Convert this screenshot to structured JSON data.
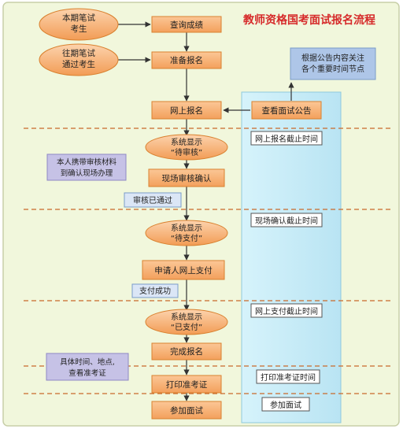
{
  "title": "教师资格国考面试报名流程",
  "ovals": {
    "current_candidates": [
      "本期笔试",
      "考生"
    ],
    "previous_candidates": [
      "往期笔试",
      "通过考生"
    ],
    "pending_review": [
      "系统显示",
      "“待审核”"
    ],
    "pending_payment": [
      "系统显示",
      "“待支付”"
    ],
    "paid": [
      "系统显示",
      "“已支付”"
    ]
  },
  "steps": {
    "check_scores": "查询成绩",
    "prepare_registration": "准备报名",
    "online_registration": "网上报名",
    "onsite_review": "现场审核确认",
    "apply_payment": "申请人网上支付",
    "complete_registration": "完成报名",
    "print_ticket": "打印准考证",
    "attend_interview": "参加面试"
  },
  "notes": {
    "announcement": [
      "根据公告内容关注",
      "各个重要时间节点"
    ],
    "bring_materials": [
      "本人携带审核材料",
      "到确认现场办理"
    ],
    "ticket_info": [
      "具体时间、地点,",
      "查看准考证"
    ]
  },
  "status": {
    "review_passed": "审核已通过",
    "payment_success": "支付成功"
  },
  "timeline": {
    "header": "查看面试公告",
    "registration_deadline": "网上报名截止时间",
    "onsite_deadline": "现场确认截止时间",
    "payment_deadline": "网上支付截止时间",
    "print_time": "打印准考证时间",
    "interview": "参加面试"
  },
  "colors": {
    "orange_fill": "#f8b37c",
    "orange_stroke": "#d9812f",
    "blue_note": "#aec6e8",
    "purple_note": "#c6c2e6",
    "panel_fill": "#cfeef8",
    "page_fill": "#f1f7dc",
    "dash": "#c96a2b",
    "arrow": "#333333",
    "title": "#d62a2a"
  }
}
